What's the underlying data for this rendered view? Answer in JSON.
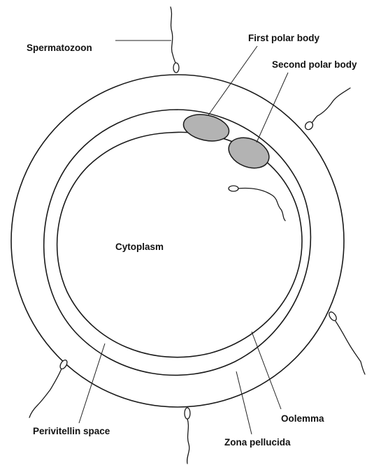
{
  "labels": {
    "spermatozoon": "Spermatozoon",
    "first_polar_body": "First polar body",
    "second_polar_body": "Second polar body",
    "cytoplasm": "Cytoplasm",
    "perivitellin_space": "Perivitellin space",
    "oolemma": "Oolemma",
    "zona_pellucida": "Zona pellucida"
  },
  "colors": {
    "line": "#1a1a1a",
    "polar_body_fill": "#b3b3b3",
    "background": "#ffffff"
  }
}
